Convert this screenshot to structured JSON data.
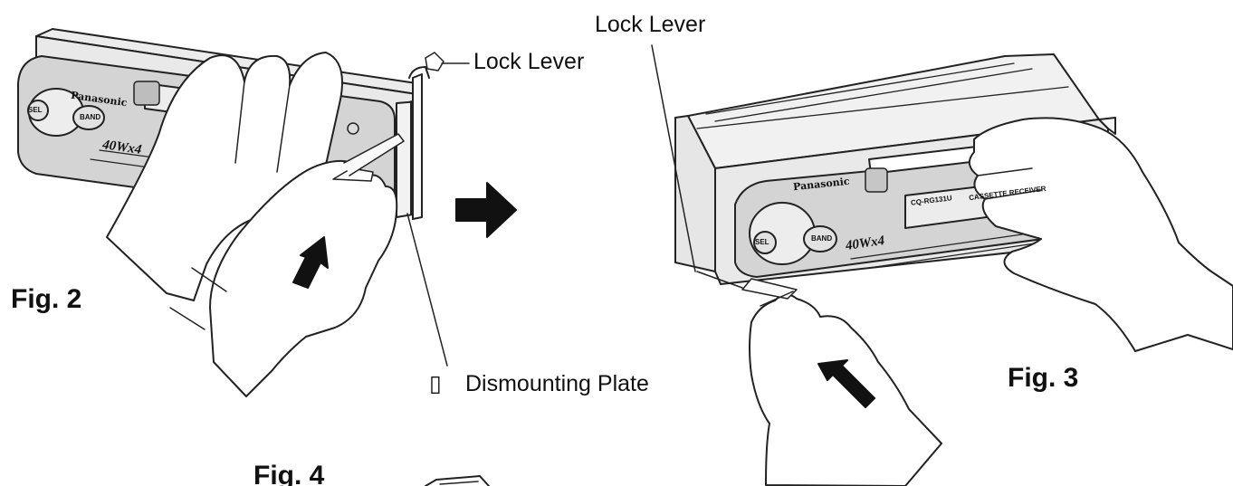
{
  "labels": {
    "lock_lever_left": "Lock Lever",
    "lock_lever_right": "Lock Lever",
    "dismounting_plate": "Dismounting Plate",
    "dismounting_plate_bullet": "▯"
  },
  "figures": {
    "fig2": "Fig. 2",
    "fig3": "Fig. 3",
    "fig4": "Fig. 4"
  },
  "device": {
    "brand": "Panasonic",
    "model_text": "40Wx4",
    "band_button": "BAND",
    "sel_button": "SEL",
    "front_label": "CQ-RG131U",
    "cassette_label": "CASSETTE RECEIVER"
  },
  "colors": {
    "line": "#222222",
    "arrow": "#111111",
    "hand_fill": "#ffffff",
    "device_fill": "#e9e9e9",
    "panel_fill": "#d4d4d4",
    "arrow_light": "#cfcfcf"
  }
}
